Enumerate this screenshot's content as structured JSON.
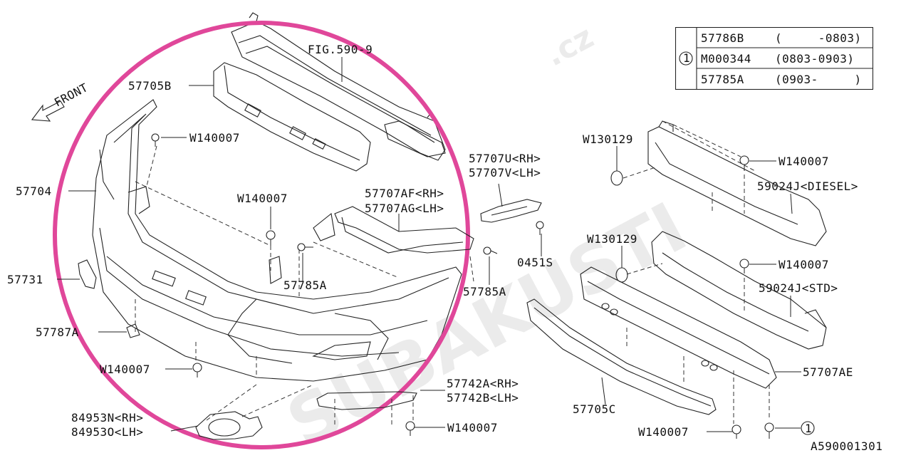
{
  "legend": {
    "ref_mark": "1",
    "rows": [
      {
        "part": "57786B",
        "range": "(     -0803)"
      },
      {
        "part": "M000344",
        "range": "(0803-0903)"
      },
      {
        "part": "57785A",
        "range": "(0903-     )"
      }
    ]
  },
  "watermark": {
    "main": "SUBAKUSTI",
    "suffix": ".cz"
  },
  "labels": {
    "fig_ref": "FIG.590-9",
    "front": "FRONT",
    "p57705B": "57705B",
    "w_a": "W140007",
    "p57704": "57704",
    "w_b": "W140007",
    "p57707AF": "57707AF<RH>",
    "p57707AG": "57707AG<LH>",
    "p57707U": "57707U<RH>",
    "p57707V": "57707V<LH>",
    "p57731": "57731",
    "p57785A_1": "57785A",
    "p57785A_2": "57785A",
    "p0451S": "0451S",
    "p57787A": "57787A",
    "w_c": "W140007",
    "p57742A": "57742A<RH>",
    "p57742B": "57742B<LH>",
    "p84953N": "84953N<RH>",
    "p84953O": "84953O<LH>",
    "w_d": "W140007",
    "w130129_a": "W130129",
    "w_e": "W140007",
    "p59024J_diesel": "59024J<DIESEL>",
    "w130129_b": "W130129",
    "w_f": "W140007",
    "p59024J_std": "59024J<STD>",
    "p57707AE": "57707AE",
    "p57705C": "57705C",
    "w_g": "W140007",
    "ref_mark_bottom": "1",
    "diagram_code": "A590001301"
  }
}
